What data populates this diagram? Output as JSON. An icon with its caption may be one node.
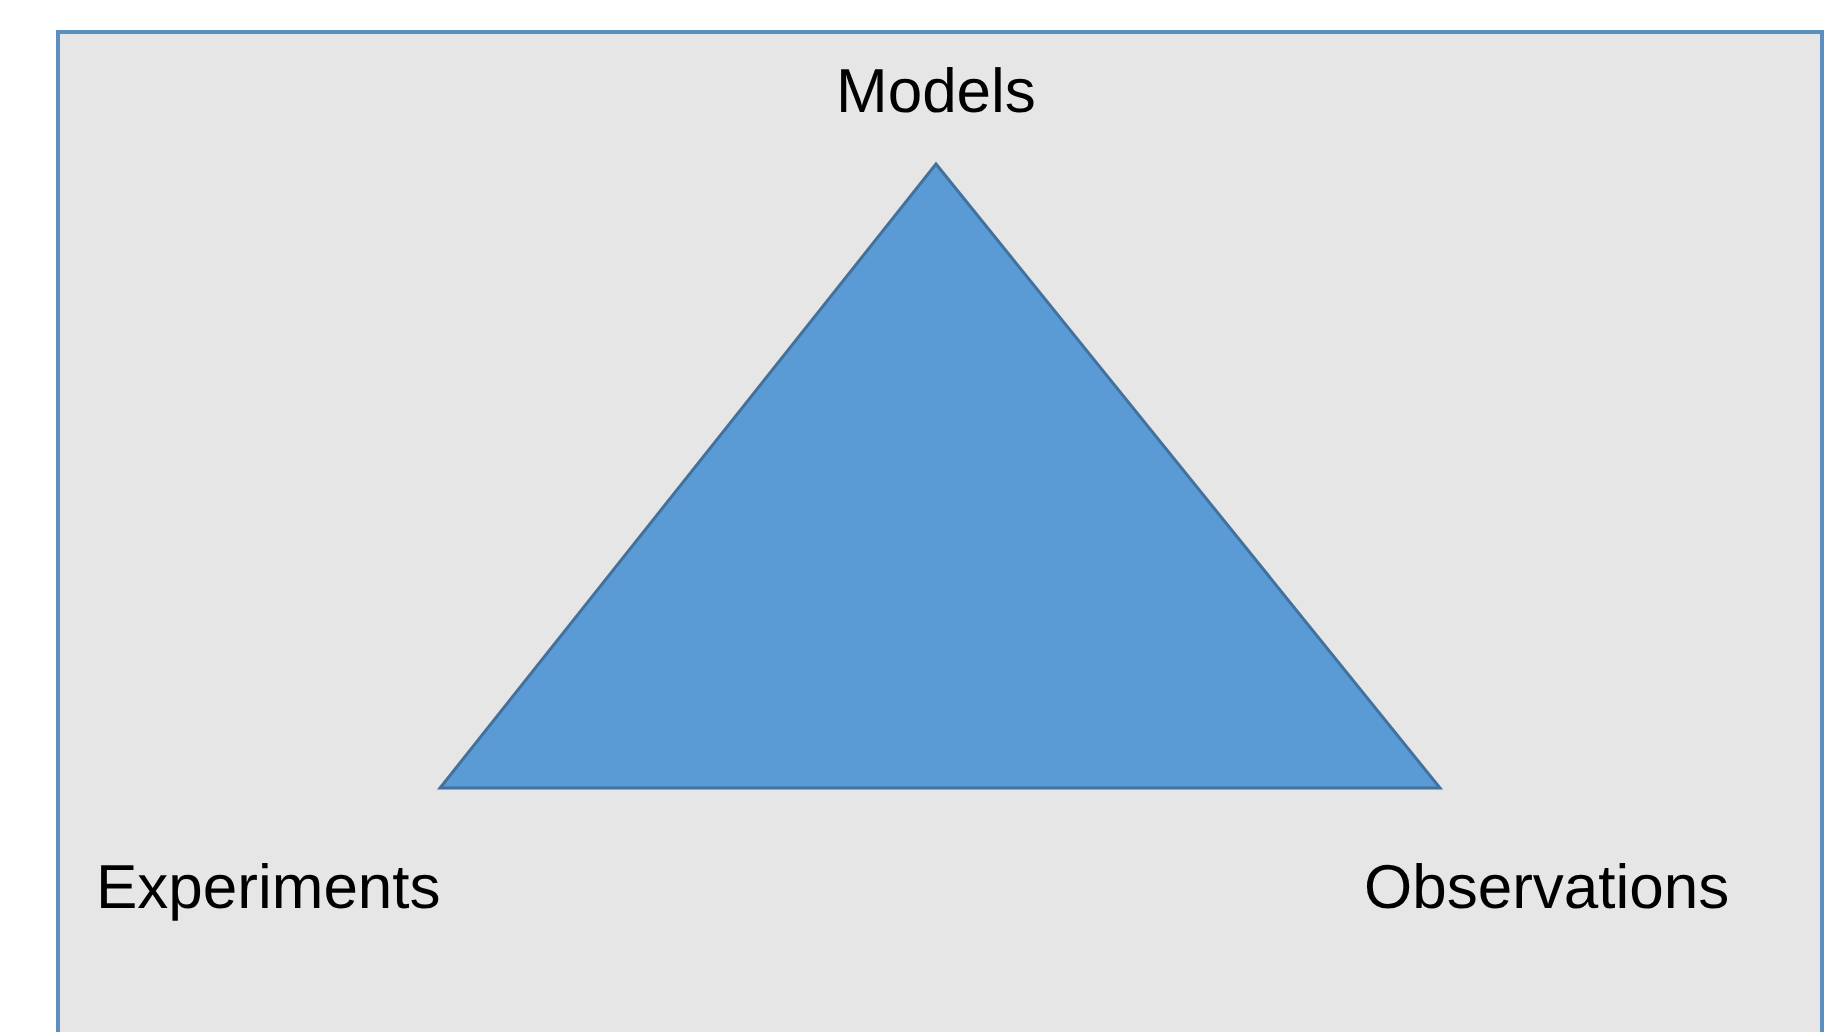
{
  "diagram": {
    "nodes": [
      {
        "text": [],
        "shape": "triangle",
        "beside": [
          "Models",
          "Experiments",
          "Observations"
        ]
      }
    ]
  }
}
